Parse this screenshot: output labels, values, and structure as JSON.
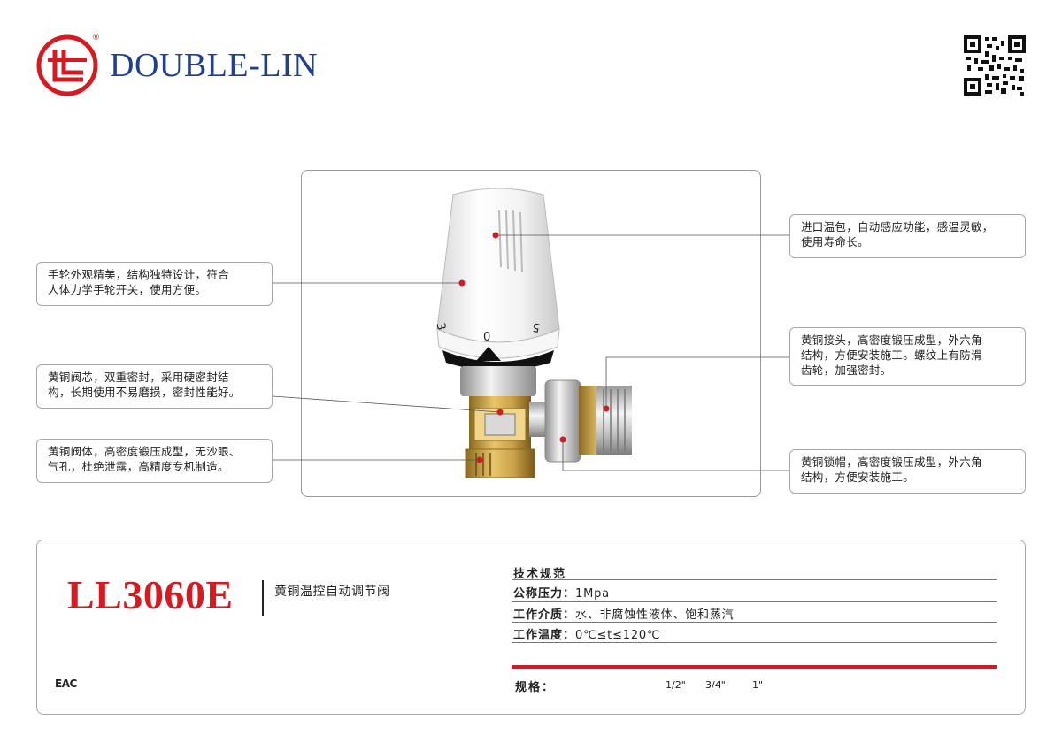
{
  "header": {
    "brand_name": "DOUBLE-LIN",
    "registered_mark": "®",
    "logo_icon": "double-lin-logo-icon",
    "qr_icon": "qr-code-icon"
  },
  "product": {
    "dial_marks": [
      "3",
      "0",
      "5"
    ]
  },
  "callouts": {
    "handwheel": [
      "手轮外观精美，结构独特设计，符合",
      "人体力学手轮开关，使用方便。"
    ],
    "valve_core": [
      "黄铜阀芯，双重密封，采用硬密封结",
      "构，长期使用不易磨损，密封性能好。"
    ],
    "valve_body": [
      "黄铜阀体，高密度锻压成型，无沙眼、",
      "气孔，杜绝泄露，高精度专机制造。"
    ],
    "sensor": [
      "进口温包，自动感应功能，感温灵敏，",
      "使用寿命长。"
    ],
    "connector": [
      "黄铜接头，高密度锻压成型，外六角",
      "结构，方便安装施工。螺纹上有防滑",
      "齿轮，加强密封。"
    ],
    "lock_cap": [
      "黄铜锁帽，高密度锻压成型，外六角",
      "结构，方便安装施工。"
    ]
  },
  "model": {
    "code": "LL3060E",
    "name": "黄铜温控自动调节阀",
    "cert_mark": "EAC"
  },
  "specs": {
    "heading": "技术规范",
    "rows": [
      {
        "label": "公称压力：",
        "value": "1Mpa"
      },
      {
        "label": "工作介质：",
        "value": "水、非腐蚀性液体、饱和蒸汽"
      },
      {
        "label": "工作温度：",
        "value": "0℃≤t≤120℃"
      }
    ],
    "size_label": "规格：",
    "sizes": [
      "1/2\"",
      "3/4\"",
      "1\""
    ]
  },
  "colors": {
    "brand_blue": "#1f3f8f",
    "accent_red": "#d8191f",
    "brass": "#c9a14a"
  }
}
